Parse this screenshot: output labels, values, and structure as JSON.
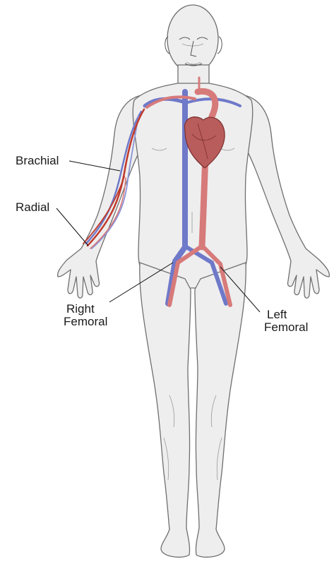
{
  "labels": {
    "brachial": "Brachial",
    "radial": "Radial",
    "right_femoral_line1": "Right",
    "right_femoral_line2": "Femoral",
    "left_femoral_line1": "Left",
    "left_femoral_line2": "Femoral"
  },
  "colors": {
    "skin": "#eeeeee",
    "outline": "#6f6f6f",
    "artery": "#d77a7a",
    "artery_dark": "#a63a3a",
    "vein": "#6f79c9",
    "vein_dark": "#3d4897",
    "heart": "#b95c5c"
  }
}
